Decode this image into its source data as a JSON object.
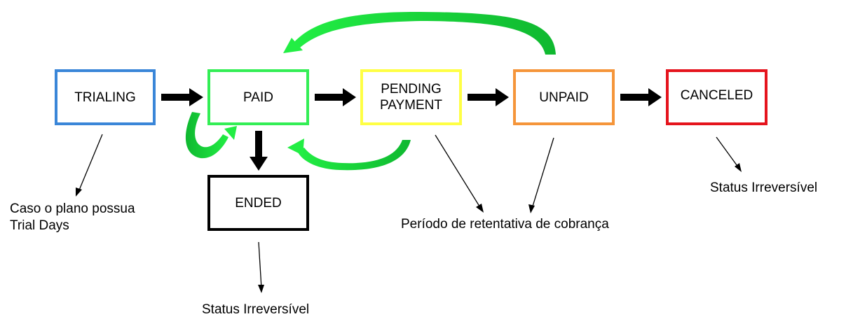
{
  "states": {
    "trialing": {
      "label": "TRIALING",
      "color": "#3a86d8"
    },
    "paid": {
      "label": "PAID",
      "color": "#33ee55"
    },
    "pending_payment": {
      "label": "PENDING\nPAYMENT",
      "color": "#ffff44"
    },
    "unpaid": {
      "label": "UNPAID",
      "color": "#f5953a"
    },
    "canceled": {
      "label": "CANCELED",
      "color": "#e5141d"
    },
    "ended": {
      "label": "ENDED",
      "color": "#000000"
    }
  },
  "notes": {
    "trial": "Caso o plano possua\nTrial Days",
    "retry": "Período de retentativa de cobrança",
    "irreversible_canceled": "Status Irreversível",
    "irreversible_ended": "Status Irreversível"
  },
  "colors": {
    "transition_arrow": "#000000",
    "loop_arrow": "#22ee44"
  }
}
